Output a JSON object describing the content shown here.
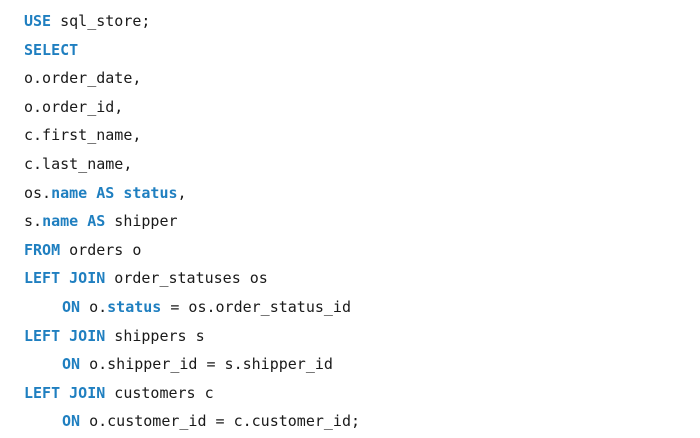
{
  "colors": {
    "keyword": "#1f7fc0",
    "text": "#1a1a1a",
    "background": "#ffffff"
  },
  "code": {
    "lines": [
      {
        "tokens": [
          {
            "kw": "USE"
          },
          {
            "id": " sql_store;"
          }
        ]
      },
      {
        "tokens": [
          {
            "kw": "SELECT"
          }
        ]
      },
      {
        "tokens": [
          {
            "id": "o.order_date,"
          }
        ]
      },
      {
        "tokens": [
          {
            "id": "o.order_id,"
          }
        ]
      },
      {
        "tokens": [
          {
            "id": "c.first_name,"
          }
        ]
      },
      {
        "tokens": [
          {
            "id": "c.last_name,"
          }
        ]
      },
      {
        "tokens": [
          {
            "id": "os."
          },
          {
            "kw": "name"
          },
          {
            "id": " "
          },
          {
            "kw": "AS"
          },
          {
            "id": " "
          },
          {
            "kw": "status"
          },
          {
            "id": ","
          }
        ]
      },
      {
        "tokens": [
          {
            "id": "s."
          },
          {
            "kw": "name"
          },
          {
            "id": " "
          },
          {
            "kw": "AS"
          },
          {
            "id": " shipper"
          }
        ]
      },
      {
        "tokens": [
          {
            "kw": "FROM"
          },
          {
            "id": " orders o"
          }
        ]
      },
      {
        "tokens": [
          {
            "kw": "LEFT JOIN"
          },
          {
            "id": " order_statuses os"
          }
        ]
      },
      {
        "indent": true,
        "tokens": [
          {
            "kw": "ON"
          },
          {
            "id": " o."
          },
          {
            "kw": "status"
          },
          {
            "id": " = os.order_status_id"
          }
        ]
      },
      {
        "tokens": [
          {
            "kw": "LEFT JOIN"
          },
          {
            "id": " shippers s"
          }
        ]
      },
      {
        "indent": true,
        "tokens": [
          {
            "kw": "ON"
          },
          {
            "id": " o.shipper_id = s.shipper_id"
          }
        ]
      },
      {
        "tokens": [
          {
            "kw": "LEFT JOIN"
          },
          {
            "id": " customers c"
          }
        ]
      },
      {
        "indent": true,
        "tokens": [
          {
            "kw": "ON"
          },
          {
            "id": " o.customer_id = c.customer_id;"
          }
        ]
      }
    ]
  }
}
